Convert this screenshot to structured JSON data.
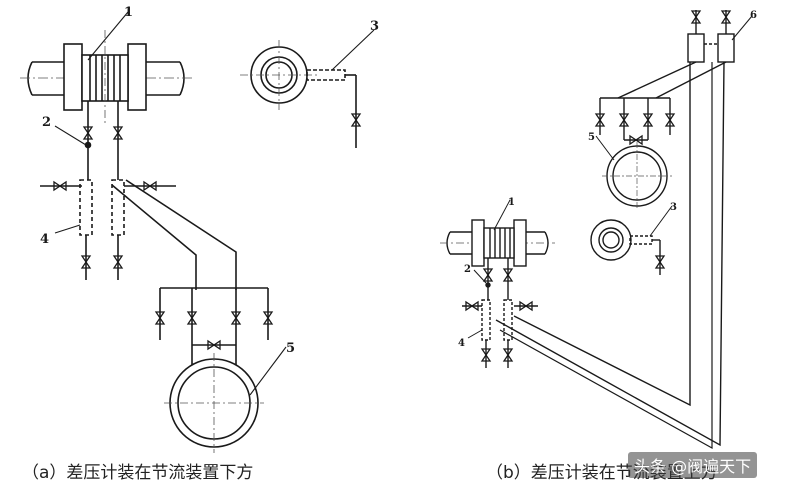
{
  "labels": {
    "a1": "1",
    "a2": "2",
    "a3": "3",
    "a4": "4",
    "a5": "5",
    "b1": "1",
    "b2": "2",
    "b3": "3",
    "b4": "4",
    "b5": "5",
    "b6": "6"
  },
  "captions": {
    "a": "（a）差压计装在节流装置下方",
    "b": "（b）差压计装在节流装置上方"
  },
  "watermark": "头条 @阀遍天下",
  "colors": {
    "line": "#1a1a1a",
    "center": "#555555"
  }
}
